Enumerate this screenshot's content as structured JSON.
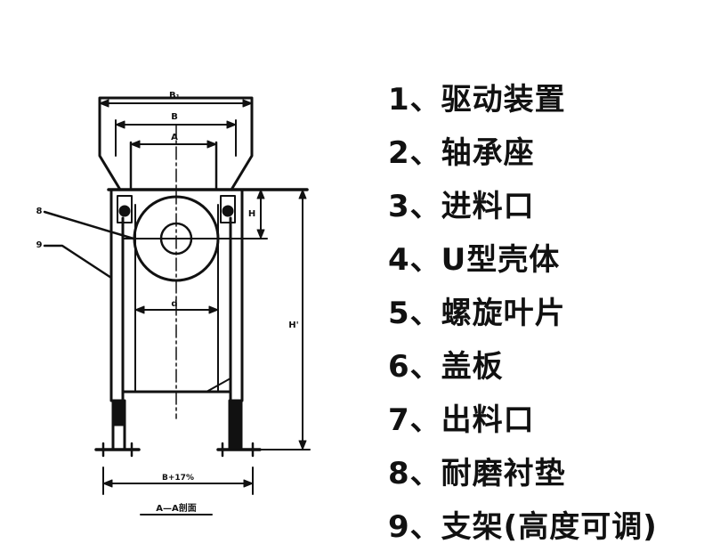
{
  "legend": {
    "items": [
      "1、驱动装置",
      "2、轴承座",
      "3、进料口",
      "4、U型壳体",
      "5、螺旋叶片",
      "6、盖板",
      "7、出料口",
      "8、耐磨衬垫",
      "9、支架(高度可调)"
    ]
  },
  "drawing": {
    "dim_top_outer": "B₁",
    "dim_top_mid": "B",
    "dim_top_inner": "A",
    "dim_bore": "d",
    "dim_inner_height": "H",
    "dim_total_height": "H'",
    "dim_bottom": "B+17%",
    "leader_upper": "8",
    "leader_lower": "9",
    "section_label": "A—A剖面"
  }
}
